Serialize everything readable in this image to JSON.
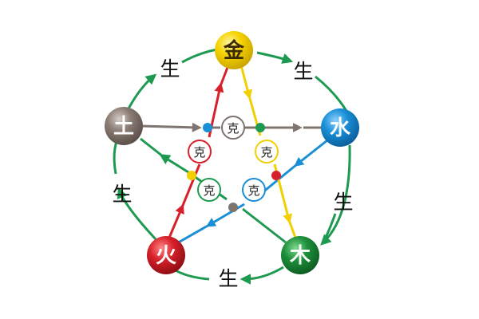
{
  "diagram": {
    "elements": {
      "metal": {
        "label": "金",
        "color": "#f6d300"
      },
      "water": {
        "label": "水",
        "color": "#1a8fd6"
      },
      "wood": {
        "label": "木",
        "color": "#1d8f3a"
      },
      "fire": {
        "label": "火",
        "color": "#d8202a"
      },
      "earth": {
        "label": "土",
        "color": "#8a7c74"
      }
    },
    "sheng_cycle": {
      "label": "生",
      "color": "#1e9a50",
      "order": [
        "metal",
        "water",
        "wood",
        "fire",
        "earth"
      ]
    },
    "ke_cycle": {
      "label": "克",
      "edges": [
        {
          "from": "earth",
          "to": "water",
          "color": "#7e7470"
        },
        {
          "from": "water",
          "to": "fire",
          "color": "#1a8fd6"
        },
        {
          "from": "fire",
          "to": "metal",
          "color": "#d8202a"
        },
        {
          "from": "metal",
          "to": "wood",
          "color": "#f2cf00"
        },
        {
          "from": "wood",
          "to": "earth",
          "color": "#1e9a50"
        }
      ]
    }
  }
}
